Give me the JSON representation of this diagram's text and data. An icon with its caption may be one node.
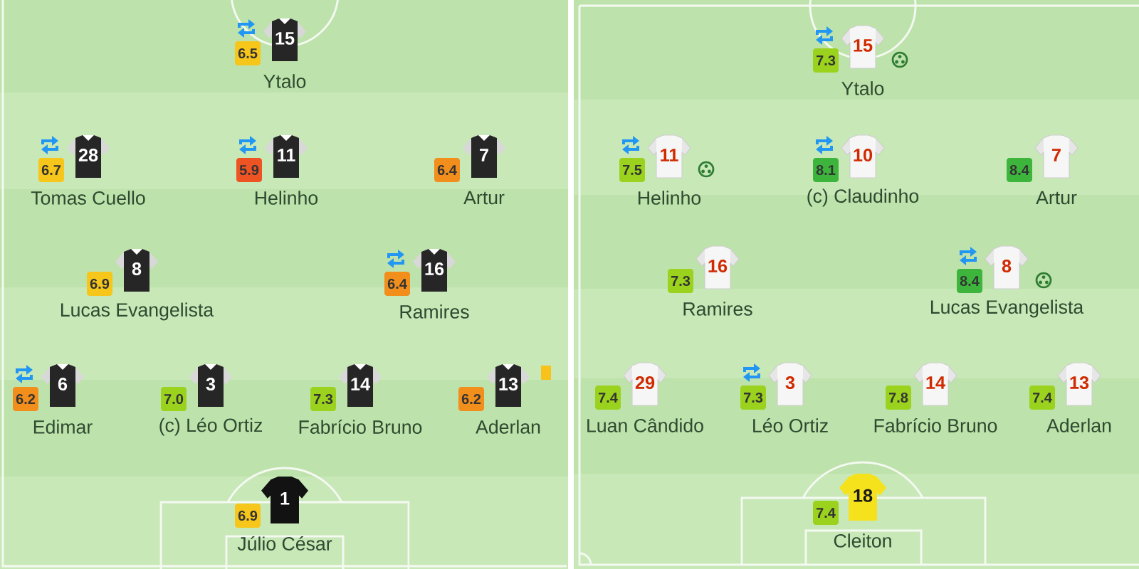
{
  "diagram": {
    "nodes": [
      {
        "text": [],
        "shape": "box"
      },
      {
        "text": [
          "6.5"
        ],
        "in": 0
      },
      {
        "text": [
          "15"
        ],
        "beside": [
          "Ytalo"
        ],
        "in": 0
      },
      {
        "text": [
          "6.7"
        ],
        "in": 0
      },
      {
        "text": [
          "28"
        ],
        "beside": [
          "Tomas Cuello"
        ],
        "in": 0
      },
      {
        "text": [
          "5.9"
        ],
        "in": 0
      },
      {
        "text": [
          "11"
        ],
        "beside": [
          "Helinho"
        ],
        "in": 0
      },
      {
        "text": [
          "6.4"
        ],
        "in": 0
      },
      {
        "text": [
          "7"
        ],
        "beside": [
          "Artur"
        ],
        "in": 0
      },
      {
        "text": [
          "6.9"
        ],
        "in": 0
      },
      {
        "text": [
          "8"
        ],
        "beside": [
          "Lucas Evangelista"
        ],
        "in": 0
      },
      {
        "text": [
          "6.4"
        ],
        "in": 0
      },
      {
        "text": [
          "16"
        ],
        "beside": [
          "Ramires"
        ],
        "in": 0
      },
      {
        "text": [
          "6.2"
        ],
        "in": 0
      },
      {
        "text": [
          "6"
        ],
        "beside": [
          "Edimar"
        ],
        "in": 0
      },
      {
        "text": [
          "7.0"
        ],
        "in": 0
      },
      {
        "text": [
          "3"
        ],
        "beside": [
          "(c) Léo Ortiz"
        ],
        "in": 0
      },
      {
        "text": [
          "7.3"
        ],
        "in": 0
      },
      {
        "text": [
          "14"
        ],
        "beside": [
          "Fabrício Bruno"
        ],
        "in": 0
      },
      {
        "text": [
          "6.2"
        ],
        "in": 0
      },
      {
        "text": [
          "13"
        ],
        "beside": [
          "Aderlan"
        ],
        "in": 0
      },
      {
        "text": [
          "6.9"
        ],
        "in": 0
      },
      {
        "text": [
          "1"
        ],
        "beside": [
          "Júlio César"
        ],
        "in": 0
      },
      {
        "text": [],
        "shape": "box"
      },
      {
        "text": [
          "7.3"
        ],
        "in": 23
      },
      {
        "text": [
          "15"
        ],
        "beside": [
          "Ytalo"
        ],
        "in": 23
      },
      {
        "text": [
          "7.5"
        ],
        "in": 23
      },
      {
        "text": [
          "11"
        ],
        "beside": [
          "Helinho"
        ],
        "in": 23
      },
      {
        "text": [
          "8.1"
        ],
        "in": 23
      },
      {
        "text": [
          "10"
        ],
        "beside": [
          "(c) Claudinho"
        ],
        "in": 23
      },
      {
        "text": [
          "8.4"
        ],
        "in": 23
      },
      {
        "text": [
          "7"
        ],
        "beside": [
          "Artur"
        ],
        "in": 23
      },
      {
        "text": [
          "7.3"
        ],
        "in": 23
      },
      {
        "text": [
          "16"
        ],
        "beside": [
          "Ramires"
        ],
        "in": 23
      },
      {
        "text": [
          "8.4"
        ],
        "in": 23
      },
      {
        "text": [
          "8"
        ],
        "beside": [
          "Lucas Evangelista"
        ],
        "in": 23
      },
      {
        "text": [
          "7.4"
        ],
        "in": 23
      },
      {
        "text": [
          "29"
        ],
        "beside": [
          "Luan Cândido"
        ],
        "in": 23
      },
      {
        "text": [
          "7.3"
        ],
        "in": 23
      },
      {
        "text": [
          "3"
        ],
        "beside": [
          "Léo Ortiz"
        ],
        "in": 23
      },
      {
        "text": [
          "7.8"
        ],
        "in": 23
      },
      {
        "text": [
          "14"
        ],
        "beside": [
          "Fabrício Bruno"
        ],
        "in": 23
      },
      {
        "text": [
          "7.4"
        ],
        "in": 23
      },
      {
        "text": [
          "13"
        ],
        "beside": [
          "Aderlan"
        ],
        "in": 23
      },
      {
        "text": [
          "7.4"
        ],
        "in": 23
      },
      {
        "text": [
          "18"
        ],
        "beside": [
          "Cleiton"
        ],
        "in": 23
      }
    ]
  }
}
